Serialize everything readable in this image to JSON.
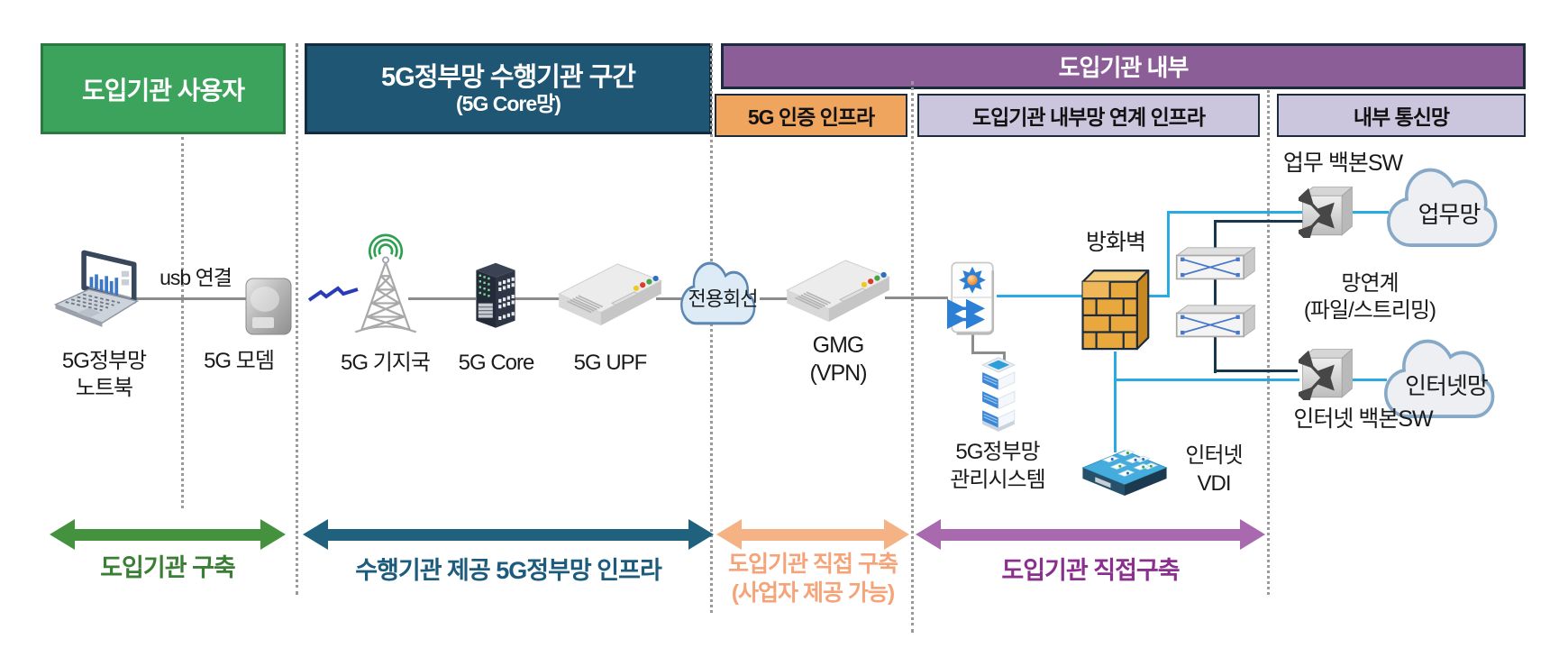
{
  "headers": {
    "user": "도입기관 사용자",
    "provider_line1": "5G정부망 수행기관 구간",
    "provider_line2": "(5G Core망)",
    "internal": "도입기관 내부",
    "auth": "5G 인증 인프라",
    "link_infra": "도입기관 내부망 연계 인프라",
    "intranet": "내부 통신망"
  },
  "nodes": {
    "laptop_line1": "5G정부망",
    "laptop_line2": "노트북",
    "usb": "usb 연결",
    "modem": "5G 모뎀",
    "base_station": "5G 기지국",
    "core": "5G Core",
    "upf": "5G UPF",
    "leased_line": "전용회선",
    "gmg_line1": "GMG",
    "gmg_line2": "(VPN)",
    "firewall": "방화벽",
    "mgmt_line1": "5G정부망",
    "mgmt_line2": "관리시스템",
    "biz_backbone": "업무 백본SW",
    "biz_cloud": "업무망",
    "bridge_line1": "망연계",
    "bridge_line2": "(파일/스트리밍)",
    "internet_backbone": "인터넷 백본SW",
    "internet_cloud": "인터넷망",
    "vdi_line1": "인터넷",
    "vdi_line2": "VDI"
  },
  "footer": {
    "build_user": "도입기관 구축",
    "build_provider": "수행기관 제공 5G정부망 인프라",
    "build_auth_line1": "도입기관 직접 구축",
    "build_auth_line2": "(사업자 제공 가능)",
    "build_internal": "도입기관 직접구축"
  },
  "colors": {
    "section_user": "#3BA35B",
    "section_provider": "#1E5674",
    "section_internal": "#8C5E97",
    "section_auth": "#F0A55F",
    "section_sub": "#CBC5DE",
    "line_gray": "#8C8C8C",
    "line_blue": "#29ABE2",
    "line_navy": "#16374E",
    "arrow_green": "#44923E",
    "arrow_teal": "#20617E",
    "arrow_orange": "#F5B285",
    "arrow_purple": "#A869AE",
    "text_green": "#3A7D34",
    "text_teal": "#1D5B7C",
    "text_orange": "#F5A479",
    "text_purple": "#8B2F8F"
  }
}
